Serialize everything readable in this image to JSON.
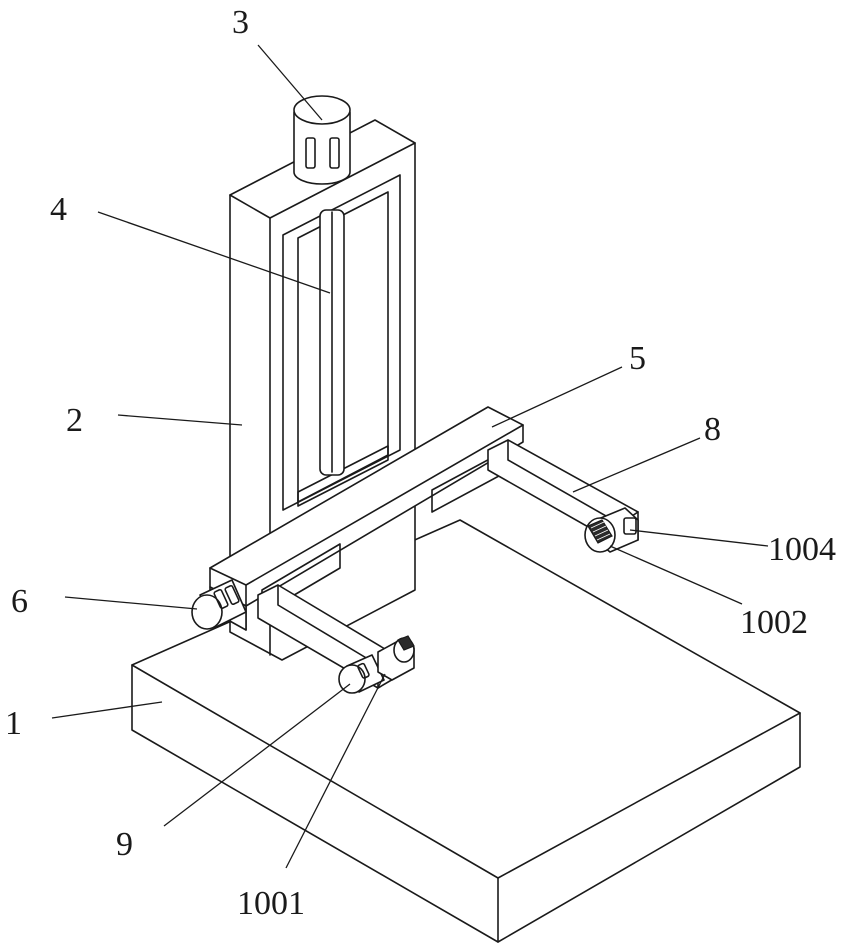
{
  "labels": {
    "base": "1",
    "column": "2",
    "motor": "3",
    "screw": "4",
    "crossbeam": "5",
    "crossbeam_knob": "6",
    "arm": "8",
    "arm_knob": "9",
    "part_1001": "1001",
    "part_1002": "1002",
    "part_1004": "1004"
  }
}
